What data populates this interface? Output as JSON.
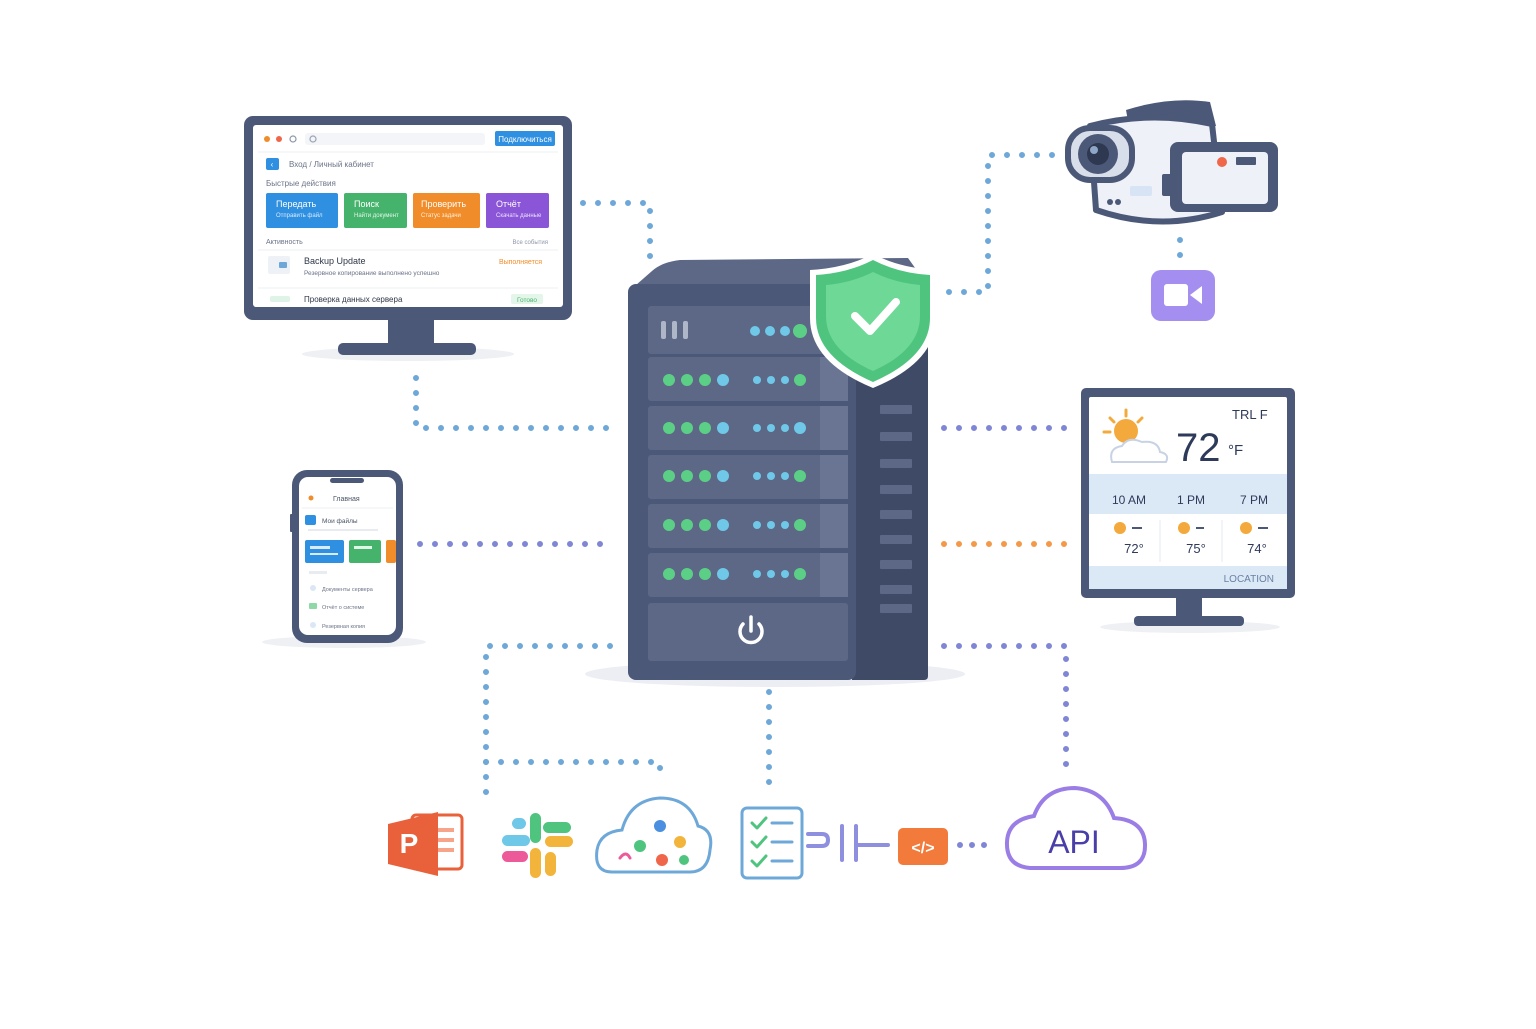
{
  "colors": {
    "frame": "#4b5878",
    "frame_dark": "#3f4a66",
    "screen_bg": "#ffffff",
    "line_blue": "#6ea8d8",
    "line_purple": "#7f86d6",
    "line_orange": "#f29a4a",
    "shield": "#4fc47f",
    "led_green": "#5ccf86",
    "led_blue": "#6fc8e8",
    "tile_blue": "#2f8fe0",
    "tile_green": "#46b36d",
    "tile_orange": "#f08c2a",
    "tile_purple": "#8a55d6",
    "camera_badge": "#a48ff0",
    "api_purple": "#8f6ee0"
  },
  "desktop_monitor": {
    "button_label": "Подключиться",
    "breadcrumb": "Вход / Личный кабинет",
    "section_label": "Быстрые действия",
    "tiles": [
      {
        "title": "Передать",
        "sub": "Отправить файл"
      },
      {
        "title": "Поиск",
        "sub": "Найти документ"
      },
      {
        "title": "Проверить",
        "sub": "Статус задачи"
      },
      {
        "title": "Отчёт",
        "sub": "Скачать данные"
      }
    ],
    "recent_label": "Активность",
    "recent_right": "Все события",
    "row1_title": "Backup Update",
    "row1_sub": "Резервное копирование выполнено успешно",
    "row1_status": "Выполняется",
    "row2_title": "Проверка данных сервера",
    "row2_status": "Готово"
  },
  "phone": {
    "title": "Главная",
    "row_label": "Мои файлы",
    "list": [
      "Документы сервера",
      "Отчёт о системе",
      "Резервная копия"
    ]
  },
  "weather_monitor": {
    "top_label": "TRL F",
    "temp": "72",
    "unit": "°F",
    "times": [
      "10 AM",
      "1 PM",
      "7 PM"
    ],
    "temps": [
      "72°",
      "75°",
      "74°"
    ],
    "footer": "LOCATION"
  },
  "bottom_icons": {
    "ppt_letter": "P",
    "api_label": "API",
    "code_glyph": "</>"
  }
}
